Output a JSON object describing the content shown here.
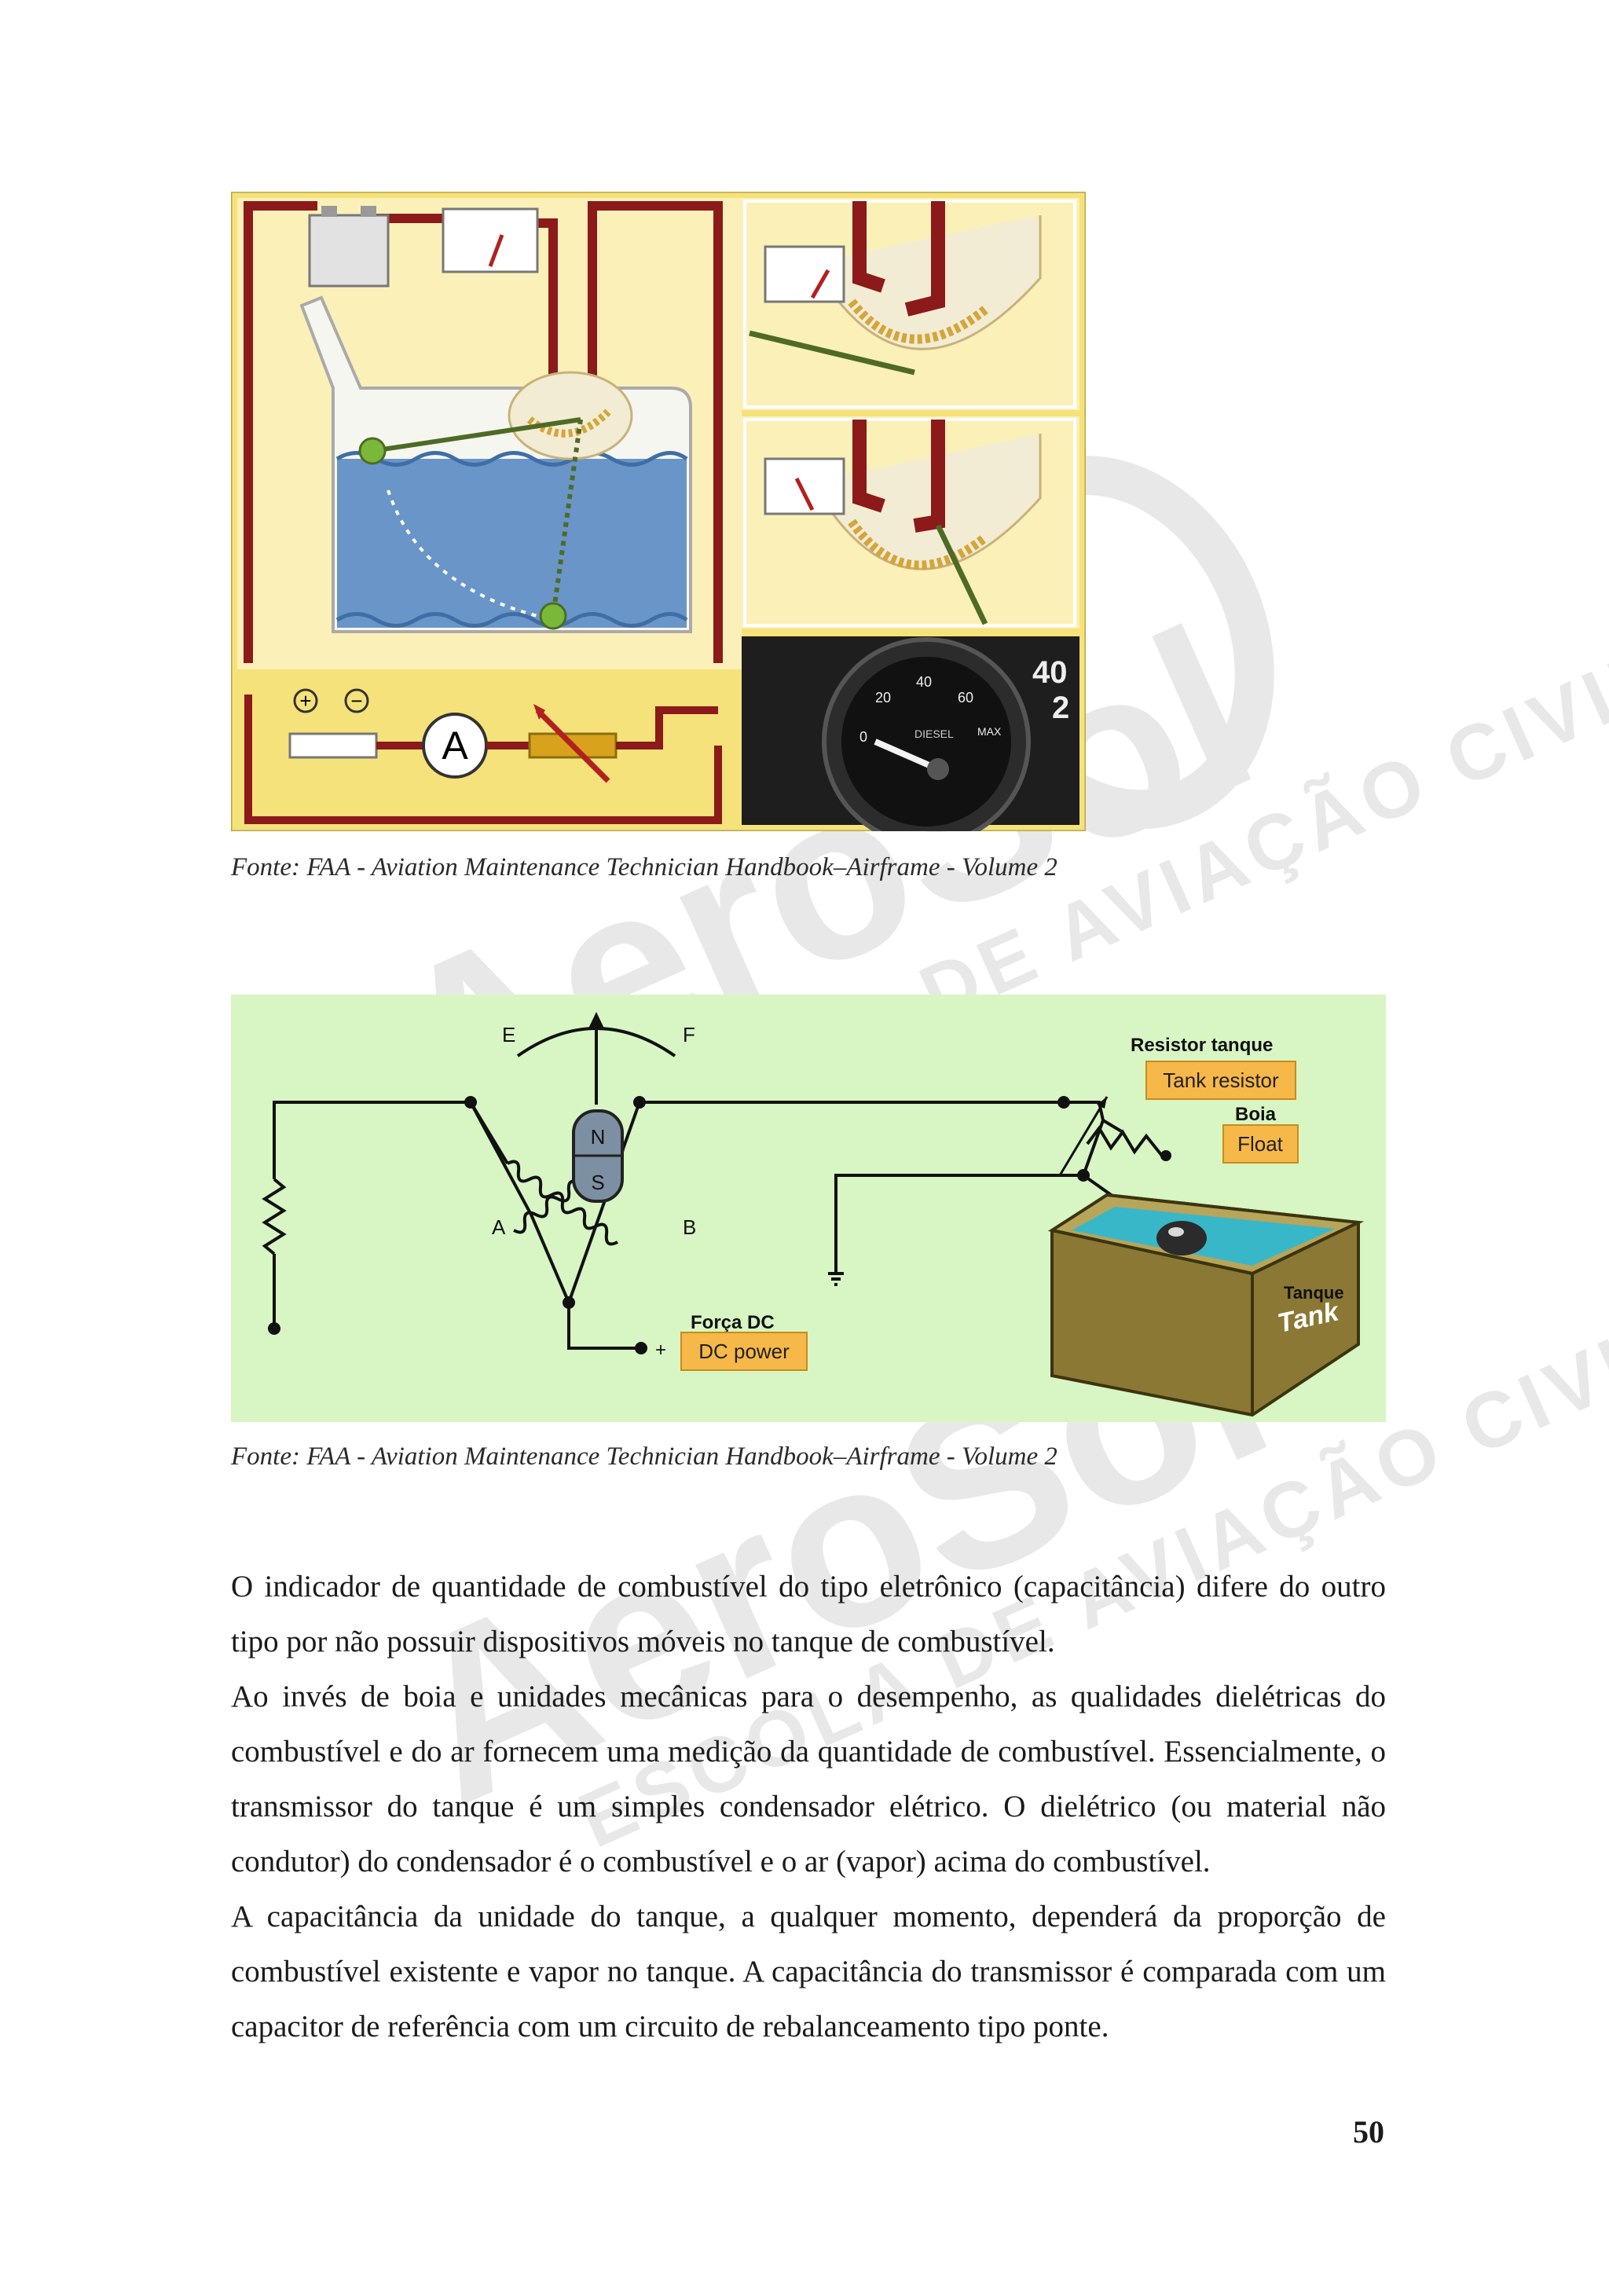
{
  "watermark": {
    "brand": "AeroSol",
    "text": "ESCOLA DE AVIAÇÃO CIVIL"
  },
  "figure1": {
    "ammeter_symbol": "A",
    "battery_plus": "+",
    "battery_minus": "−",
    "gauge_marks": [
      "20",
      "40",
      "60",
      "MAX",
      "0"
    ],
    "gauge_fuel_label": "DIESEL",
    "speedo_marks": [
      "40",
      "2"
    ],
    "caption": "Fonte: FAA - Aviation Maintenance Technician Handbook–Airframe - Volume 2"
  },
  "figure2": {
    "label_e": "E",
    "label_f": "F",
    "label_n": "N",
    "label_s": "S",
    "label_a": "A",
    "label_b": "B",
    "resistor_tanque": "Resistor tanque",
    "tank_resistor": "Tank resistor",
    "boia": "Boia",
    "float": "Float",
    "forca_dc": "Força DC",
    "dc_power": "DC power",
    "plus": "+",
    "tanque": "Tanque",
    "tank": "Tank",
    "caption": "Fonte: FAA - Aviation Maintenance Technician Handbook–Airframe - Volume 2"
  },
  "body": {
    "paragraphs": [
      "O indicador de quantidade de combustível do tipo eletrônico (capacitância) difere do outro tipo por não possuir dispositivos móveis no tanque de combustível.",
      "Ao invés de boia e unidades mecânicas para o desempenho, as qualidades dielétricas do combustível e do ar fornecem uma medição da quantidade de combustível. Essencialmente, o transmissor do tanque é um simples condensador elétrico. O dielétrico (ou material não condutor) do condensador é o combustível e o ar (vapor) acima do combustível.",
      "A capacitância da unidade do tanque, a qualquer momento, dependerá da proporção de combustível existente e vapor no tanque. A capacitância do transmissor é comparada com um capacitor de referência com um circuito de rebalanceamento tipo ponte."
    ]
  },
  "page_number": "50"
}
